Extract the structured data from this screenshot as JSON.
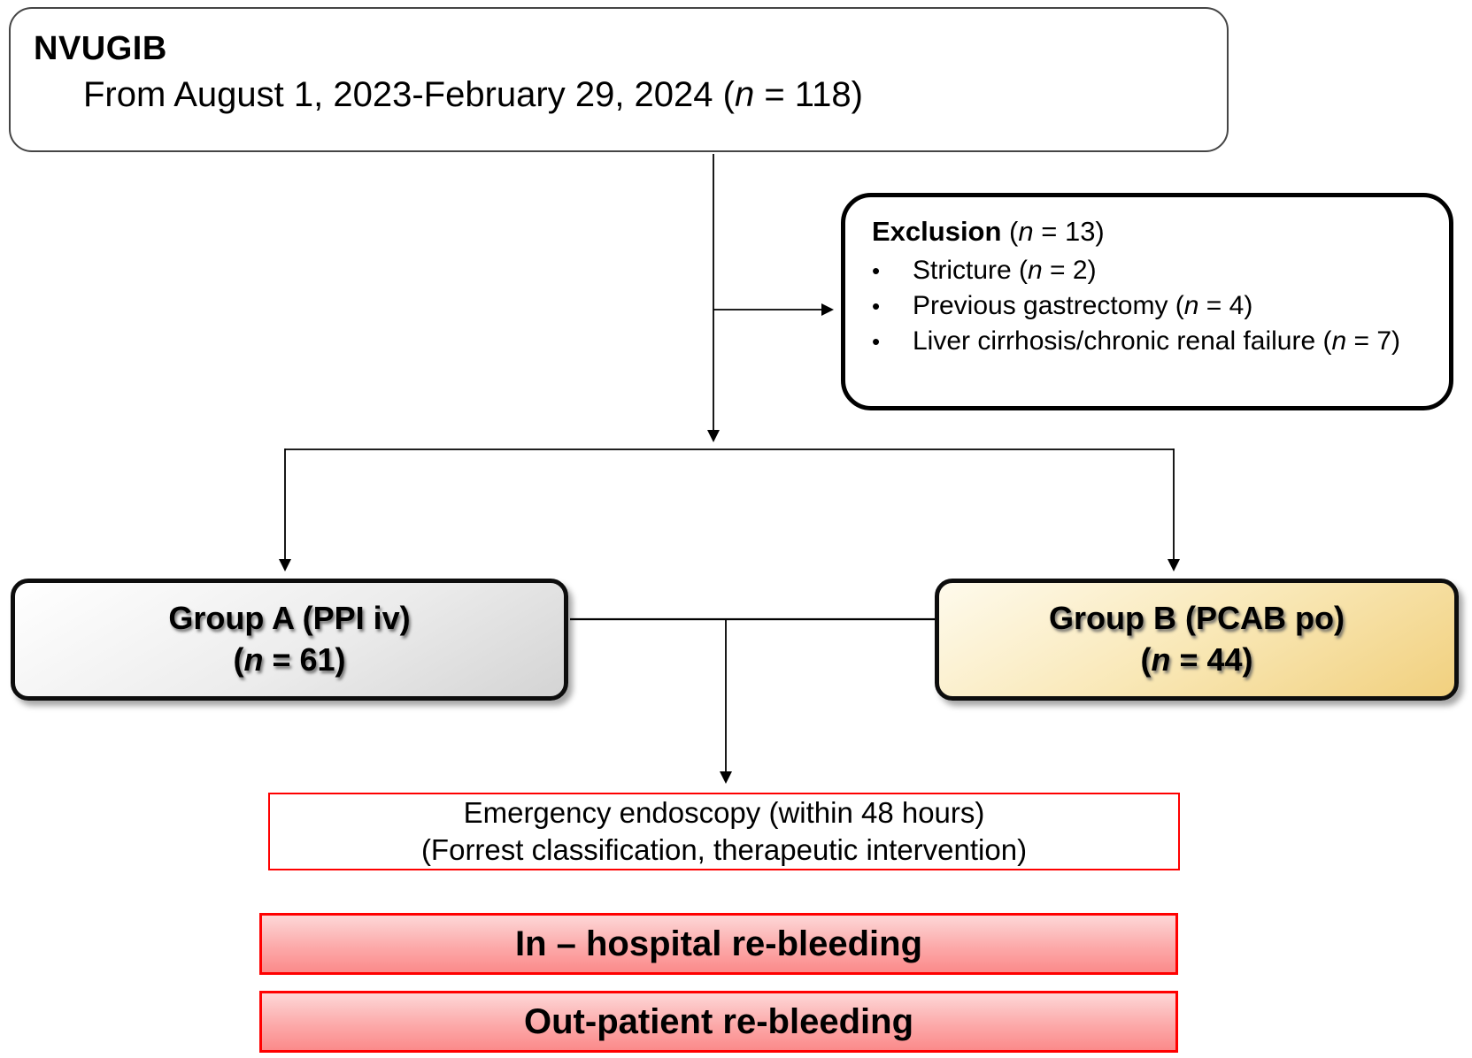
{
  "figure": {
    "top_box": {
      "title": "NVUGIB",
      "subtitle_segments": [
        {
          "text": "From August 1, 2023-February 29, 2024  ("
        },
        {
          "text": "n",
          "italic": true
        },
        {
          "text": " = 118)"
        }
      ]
    },
    "exclusion_box": {
      "bullet": "•",
      "title_segments": [
        {
          "text": "Exclusion",
          "bold": true
        },
        {
          "text": "  ("
        },
        {
          "text": "n",
          "italic": true
        },
        {
          "text": " = 13)"
        }
      ],
      "items": [
        [
          {
            "text": "Stricture ("
          },
          {
            "text": "n",
            "italic": true
          },
          {
            "text": " = 2)"
          }
        ],
        [
          {
            "text": "Previous gastrectomy ("
          },
          {
            "text": "n",
            "italic": true
          },
          {
            "text": " = 4)"
          }
        ],
        [
          {
            "text": "Liver cirrhosis/chronic renal failure ("
          },
          {
            "text": "n",
            "italic": true
          },
          {
            "text": " = 7)"
          }
        ]
      ]
    },
    "group_a": {
      "line1": "Group A (PPI iv)",
      "line2_segments": [
        {
          "text": "(",
          "bold": true
        },
        {
          "text": "n",
          "italic": true,
          "bold": true
        },
        {
          "text": " = 61)",
          "bold": true
        }
      ]
    },
    "group_b": {
      "line1": "Group B (PCAB po)",
      "line2_segments": [
        {
          "text": "(",
          "bold": true
        },
        {
          "text": "n",
          "italic": true,
          "bold": true
        },
        {
          "text": " = 44)",
          "bold": true
        }
      ]
    },
    "endoscopy_box": {
      "line1": "Emergency endoscopy (within 48 hours)",
      "line2": "(Forrest classification, therapeutic intervention)"
    },
    "outcome_boxes": [
      {
        "label": "In – hospital re-bleeding"
      },
      {
        "label": "Out-patient re-bleeding"
      }
    ]
  },
  "colors": {
    "line_color": "#000000",
    "top_box_border": "#454545",
    "group_a_top": "#ffffff",
    "group_a_bottom": "#d4d4d4",
    "group_b_top": "#fefaec",
    "group_b_bottom": "#f1d07e",
    "endoscopy_border": "#ff0000",
    "outcome_border": "#ff0000",
    "outcome_top": "#fdd7d7",
    "outcome_bottom": "#fb8a8a"
  }
}
